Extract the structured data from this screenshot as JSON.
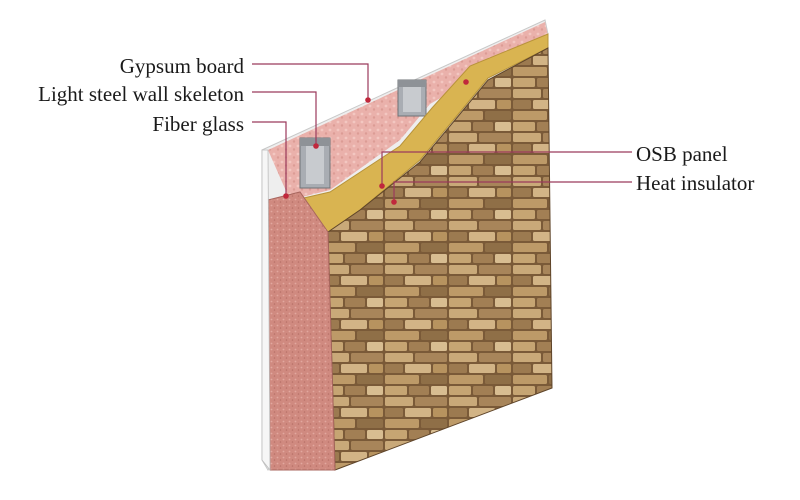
{
  "labels": {
    "gypsum_board": "Gypsum board",
    "light_steel_wall_skeleton": "Light steel wall skeleton",
    "fiber_glass": "Fiber glass",
    "osb_panel": "OSB panel",
    "heat_insulator": "Heat insulator"
  },
  "colors": {
    "leader_line": "#9b3a5c",
    "marker_dot": "#c0283c",
    "gypsum": "#ededed",
    "fiberglass": "#e7a8a3",
    "insulator_face": "#cf8178",
    "osb": "#d7b14e",
    "stone": "#8a6a44",
    "steel": "#a9adb3"
  }
}
